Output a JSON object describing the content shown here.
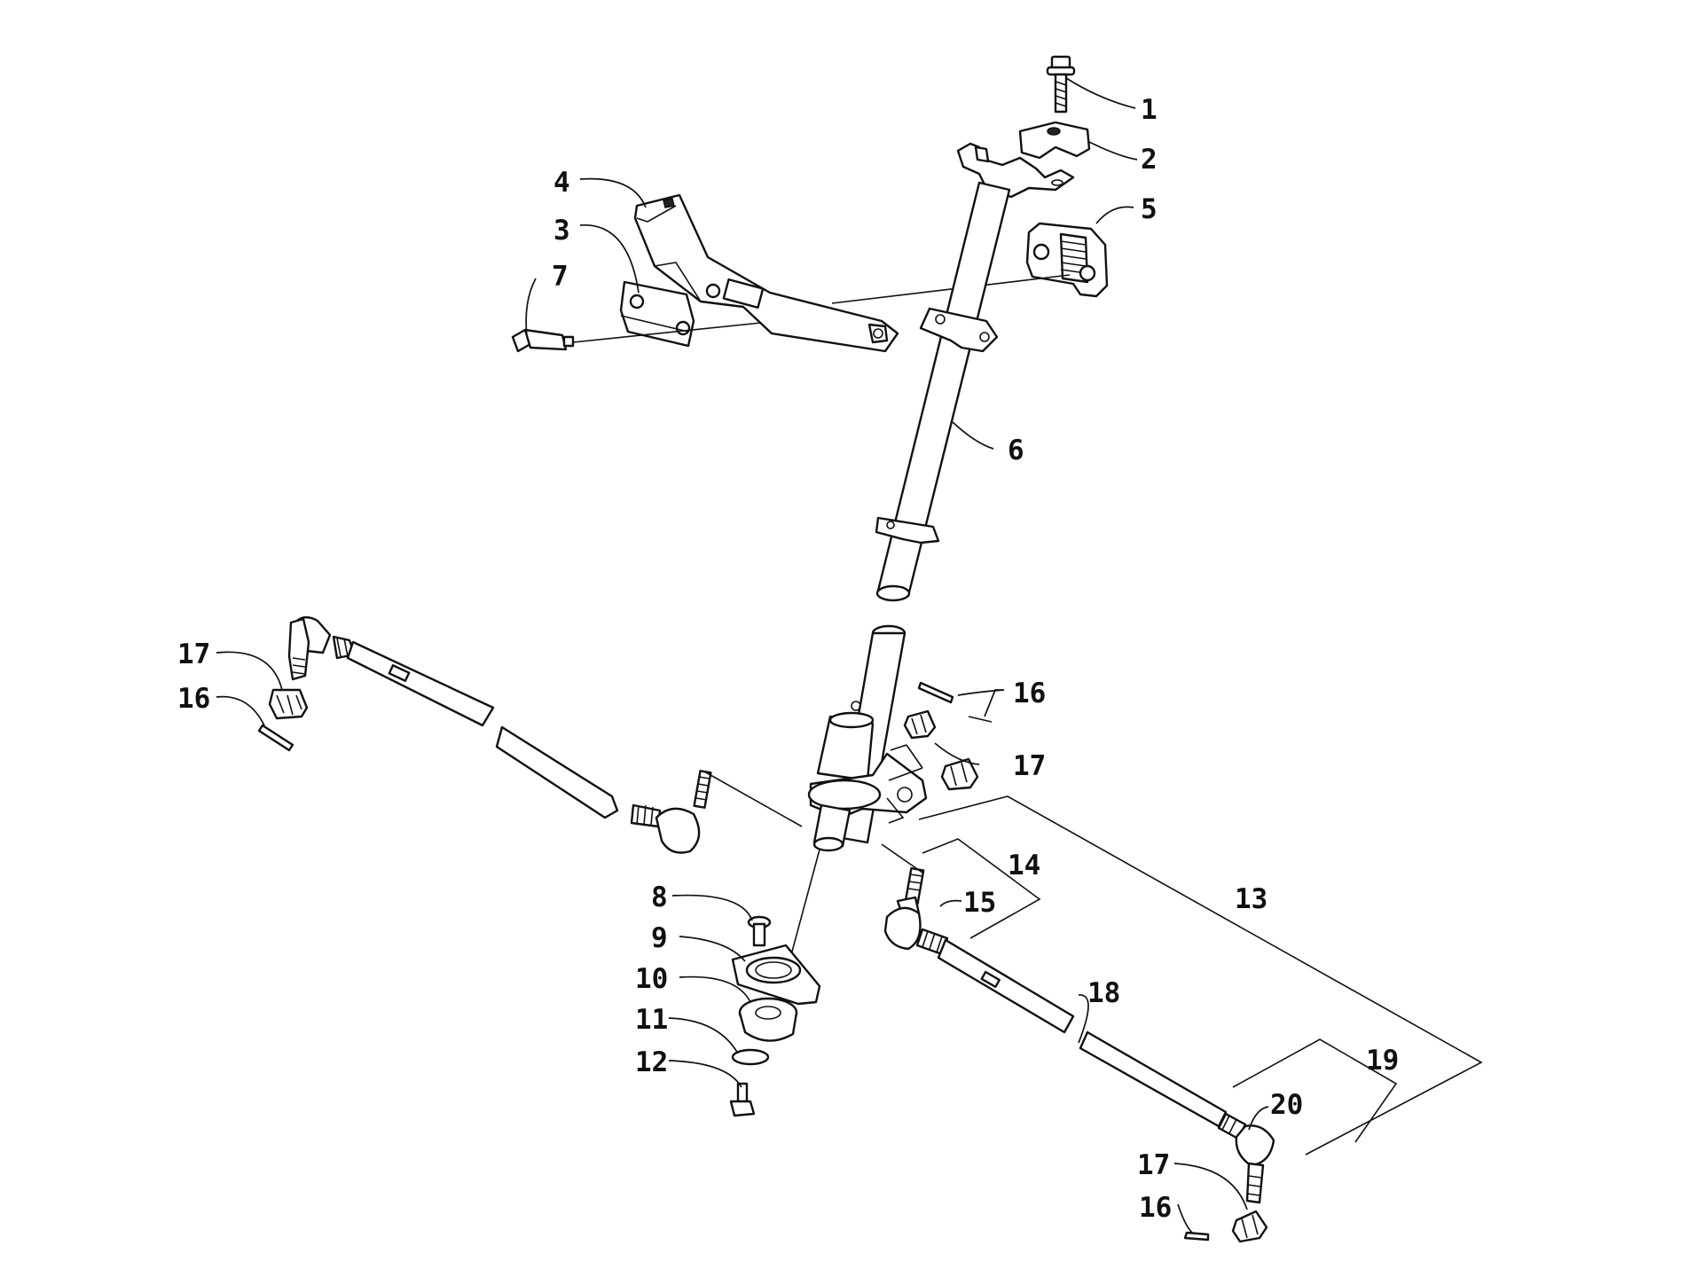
{
  "callouts": [
    {
      "id": "1",
      "label": "1"
    },
    {
      "id": "2",
      "label": "2"
    },
    {
      "id": "3",
      "label": "3"
    },
    {
      "id": "4",
      "label": "4"
    },
    {
      "id": "5",
      "label": "5"
    },
    {
      "id": "6",
      "label": "6"
    },
    {
      "id": "7",
      "label": "7"
    },
    {
      "id": "8",
      "label": "8"
    },
    {
      "id": "9",
      "label": "9"
    },
    {
      "id": "10",
      "label": "10"
    },
    {
      "id": "11",
      "label": "11"
    },
    {
      "id": "12",
      "label": "12"
    },
    {
      "id": "13",
      "label": "13"
    },
    {
      "id": "14",
      "label": "14"
    },
    {
      "id": "15",
      "label": "15"
    },
    {
      "id": "16a",
      "label": "16"
    },
    {
      "id": "16b",
      "label": "16"
    },
    {
      "id": "16c",
      "label": "16"
    },
    {
      "id": "17a",
      "label": "17"
    },
    {
      "id": "17b",
      "label": "17"
    },
    {
      "id": "17c",
      "label": "17"
    },
    {
      "id": "18",
      "label": "18"
    },
    {
      "id": "19",
      "label": "19"
    },
    {
      "id": "20",
      "label": "20"
    }
  ]
}
